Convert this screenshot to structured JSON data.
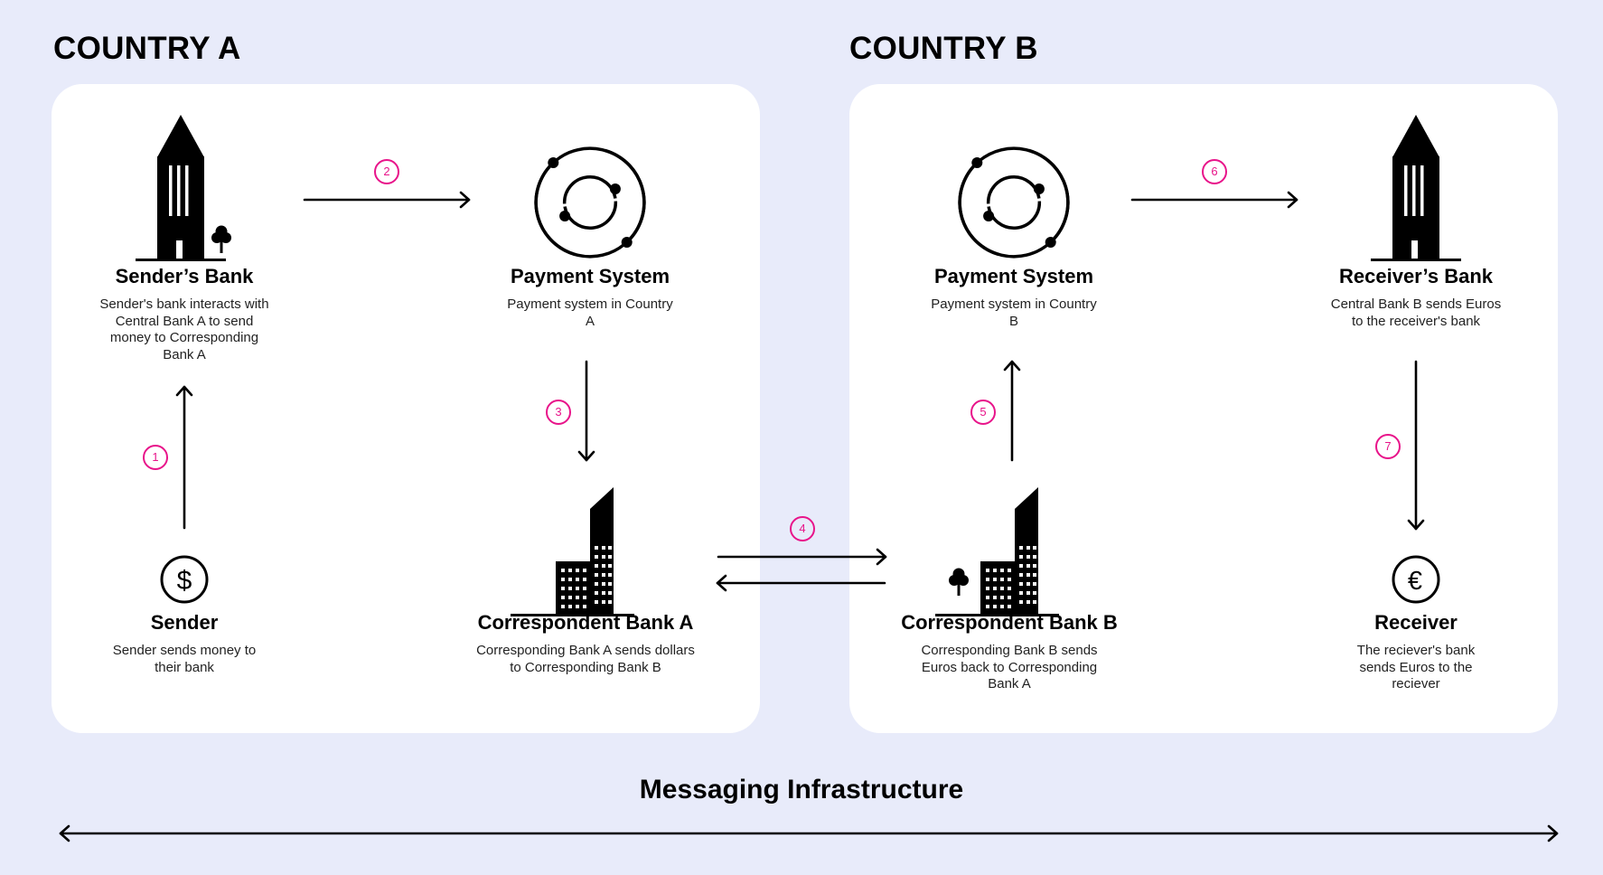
{
  "countries": [
    {
      "title": "COUNTRY A"
    },
    {
      "title": "COUNTRY B"
    }
  ],
  "nodes": {
    "sender_bank": {
      "title": "Sender’s Bank",
      "desc": "Sender's bank interacts with Central Bank A to send money to Corresponding Bank A",
      "icon": "bank-tower-icon"
    },
    "payment_system_a": {
      "title": "Payment System",
      "desc": "Payment system in Country A",
      "icon": "payment-cycle-icon"
    },
    "sender": {
      "title": "Sender",
      "desc": "Sender sends money to their bank",
      "icon": "dollar-coin-icon"
    },
    "correspondent_a": {
      "title": "Correspondent Bank A",
      "desc": "Corresponding Bank A sends dollars to Corresponding Bank B",
      "icon": "city-buildings-icon"
    },
    "payment_system_b": {
      "title": "Payment System",
      "desc": "Payment system in Country B",
      "icon": "payment-cycle-icon"
    },
    "receiver_bank": {
      "title": "Receiver’s Bank",
      "desc": "Central Bank B sends Euros to the receiver's bank",
      "icon": "bank-tower-icon"
    },
    "correspondent_b": {
      "title": "Correspondent Bank B",
      "desc": "Corresponding Bank B sends Euros back to Corresponding Bank A",
      "icon": "city-buildings-icon"
    },
    "receiver": {
      "title": "Receiver",
      "desc": "The reciever's bank sends Euros to the reciever",
      "icon": "euro-coin-icon"
    }
  },
  "steps": [
    "1",
    "2",
    "3",
    "4",
    "5",
    "6",
    "7"
  ],
  "footer": {
    "title": "Messaging Infrastructure"
  },
  "colors": {
    "background": "#e8ebfa",
    "panel": "#ffffff",
    "step_accent": "#e8148a",
    "ink": "#000000"
  }
}
